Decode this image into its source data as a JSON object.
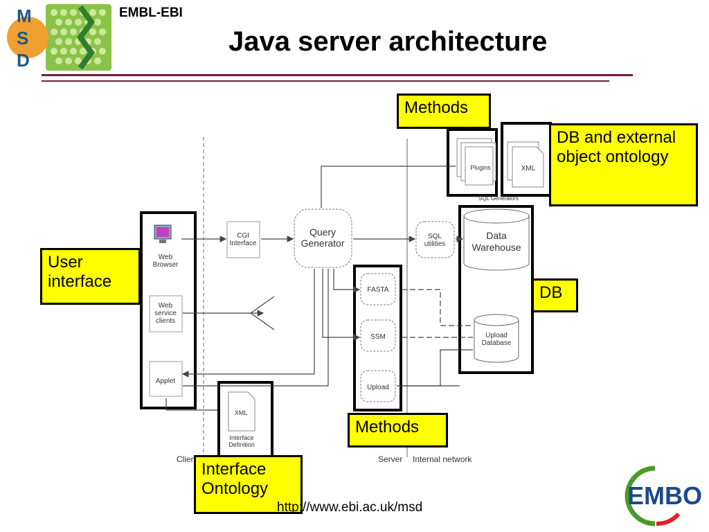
{
  "header": {
    "organization": "EMBL-EBI",
    "title": "Java server architecture"
  },
  "logo": {
    "letters": [
      "M",
      "S",
      "D"
    ]
  },
  "footer": {
    "url_text": "http://www.ebi.ac.uk/msd",
    "embo_logo_text": "EMBO"
  },
  "callouts": {
    "methods_top": "Methods",
    "db_ontology": "DB and external object ontology",
    "user_interface": "User interface",
    "db": "DB",
    "methods_bottom": "Methods",
    "interface_ontology": "Interface Ontology"
  },
  "diagram": {
    "web_browser": "Web Browser",
    "web_service_clients": "Web service clients",
    "applet": "Applet",
    "cgi_interface": "CGI Interface",
    "query_generator": "Query Generator",
    "sql_utilities": "SQL utilities",
    "data_warehouse": "Data Warehouse",
    "upload_database": "Upload Database",
    "fasta": "FASTA",
    "ssm": "SSM",
    "upload": "Upload",
    "plugins": "Plugins",
    "xml_doc": "XML",
    "sql_generators": "SQL Generators",
    "xml_interface_doc": "XML",
    "interface_definition": "Interface Definition",
    "client_label": "Client",
    "server_label": "Server",
    "internal_network_label": "Internal network"
  },
  "colors": {
    "callout_fill": "#ffff00",
    "rule_color": "#7a1a3a",
    "logo_green": "#4a9a2a",
    "logo_orange": "#e87a10"
  }
}
